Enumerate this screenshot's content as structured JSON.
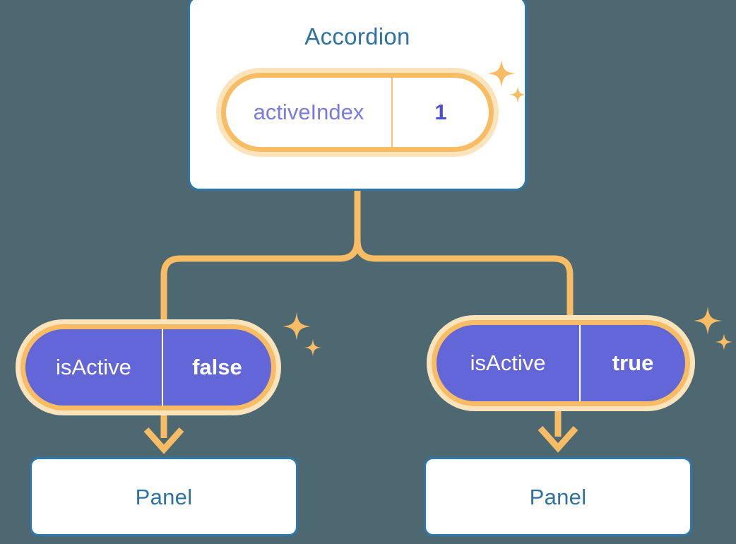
{
  "diagram": {
    "title_node": {
      "label": "Accordion",
      "state": {
        "key": "activeIndex",
        "value": "1"
      }
    },
    "branches": [
      {
        "state": {
          "key": "isActive",
          "value": "false"
        },
        "child_label": "Panel"
      },
      {
        "state": {
          "key": "isActive",
          "value": "true"
        },
        "child_label": "Panel"
      }
    ],
    "icons": {
      "sparkle": "sparkle-icon",
      "arrow_down": "arrow-down-icon"
    },
    "colors": {
      "background": "#4d6870",
      "card_border": "#2e77a8",
      "card_text": "#2e72a0",
      "pill_ring": "#f8bd64",
      "pill_halo": "#fbe3bc",
      "pill_fill": "#6366d6",
      "state_key_text": "#787cdf",
      "state_value_text": "#4a4fd8",
      "connector": "#f8bd64"
    }
  }
}
